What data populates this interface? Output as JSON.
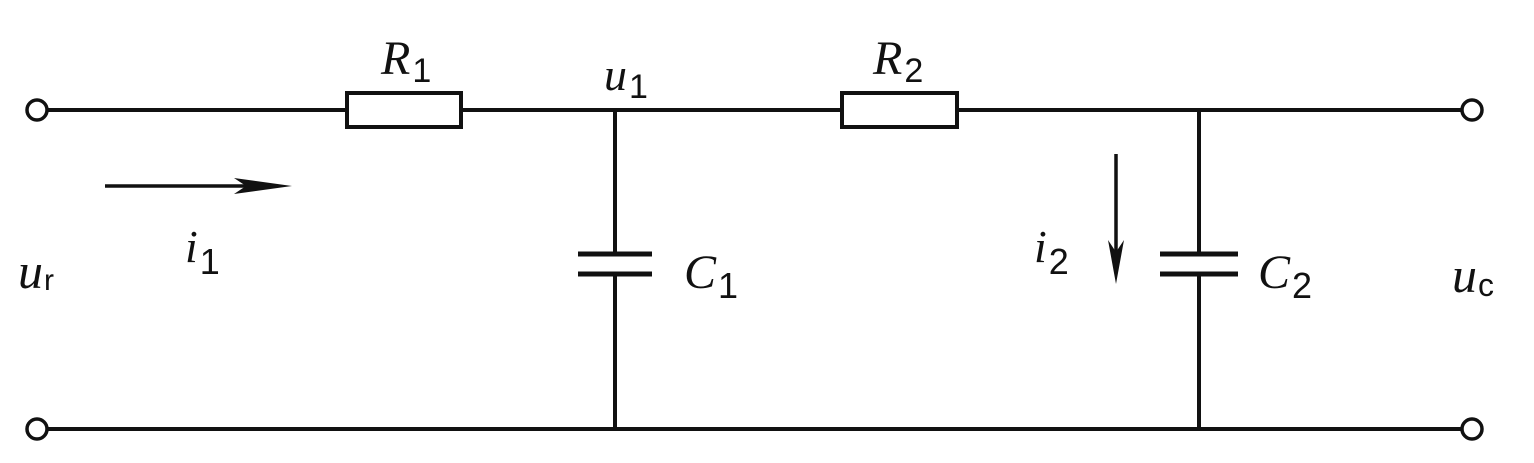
{
  "labels": {
    "R1": {
      "main": "R",
      "sub": "1"
    },
    "R2": {
      "main": "R",
      "sub": "2"
    },
    "u1": {
      "main": "u",
      "sub": "1"
    },
    "C1": {
      "main": "C",
      "sub": "1"
    },
    "C2": {
      "main": "C",
      "sub": "2"
    },
    "i1": {
      "main": "i",
      "sub": "1"
    },
    "i2": {
      "main": "i",
      "sub": "2"
    },
    "ur": {
      "main": "u",
      "sub": "r"
    },
    "uc": {
      "main": "u",
      "sub": "c"
    }
  }
}
